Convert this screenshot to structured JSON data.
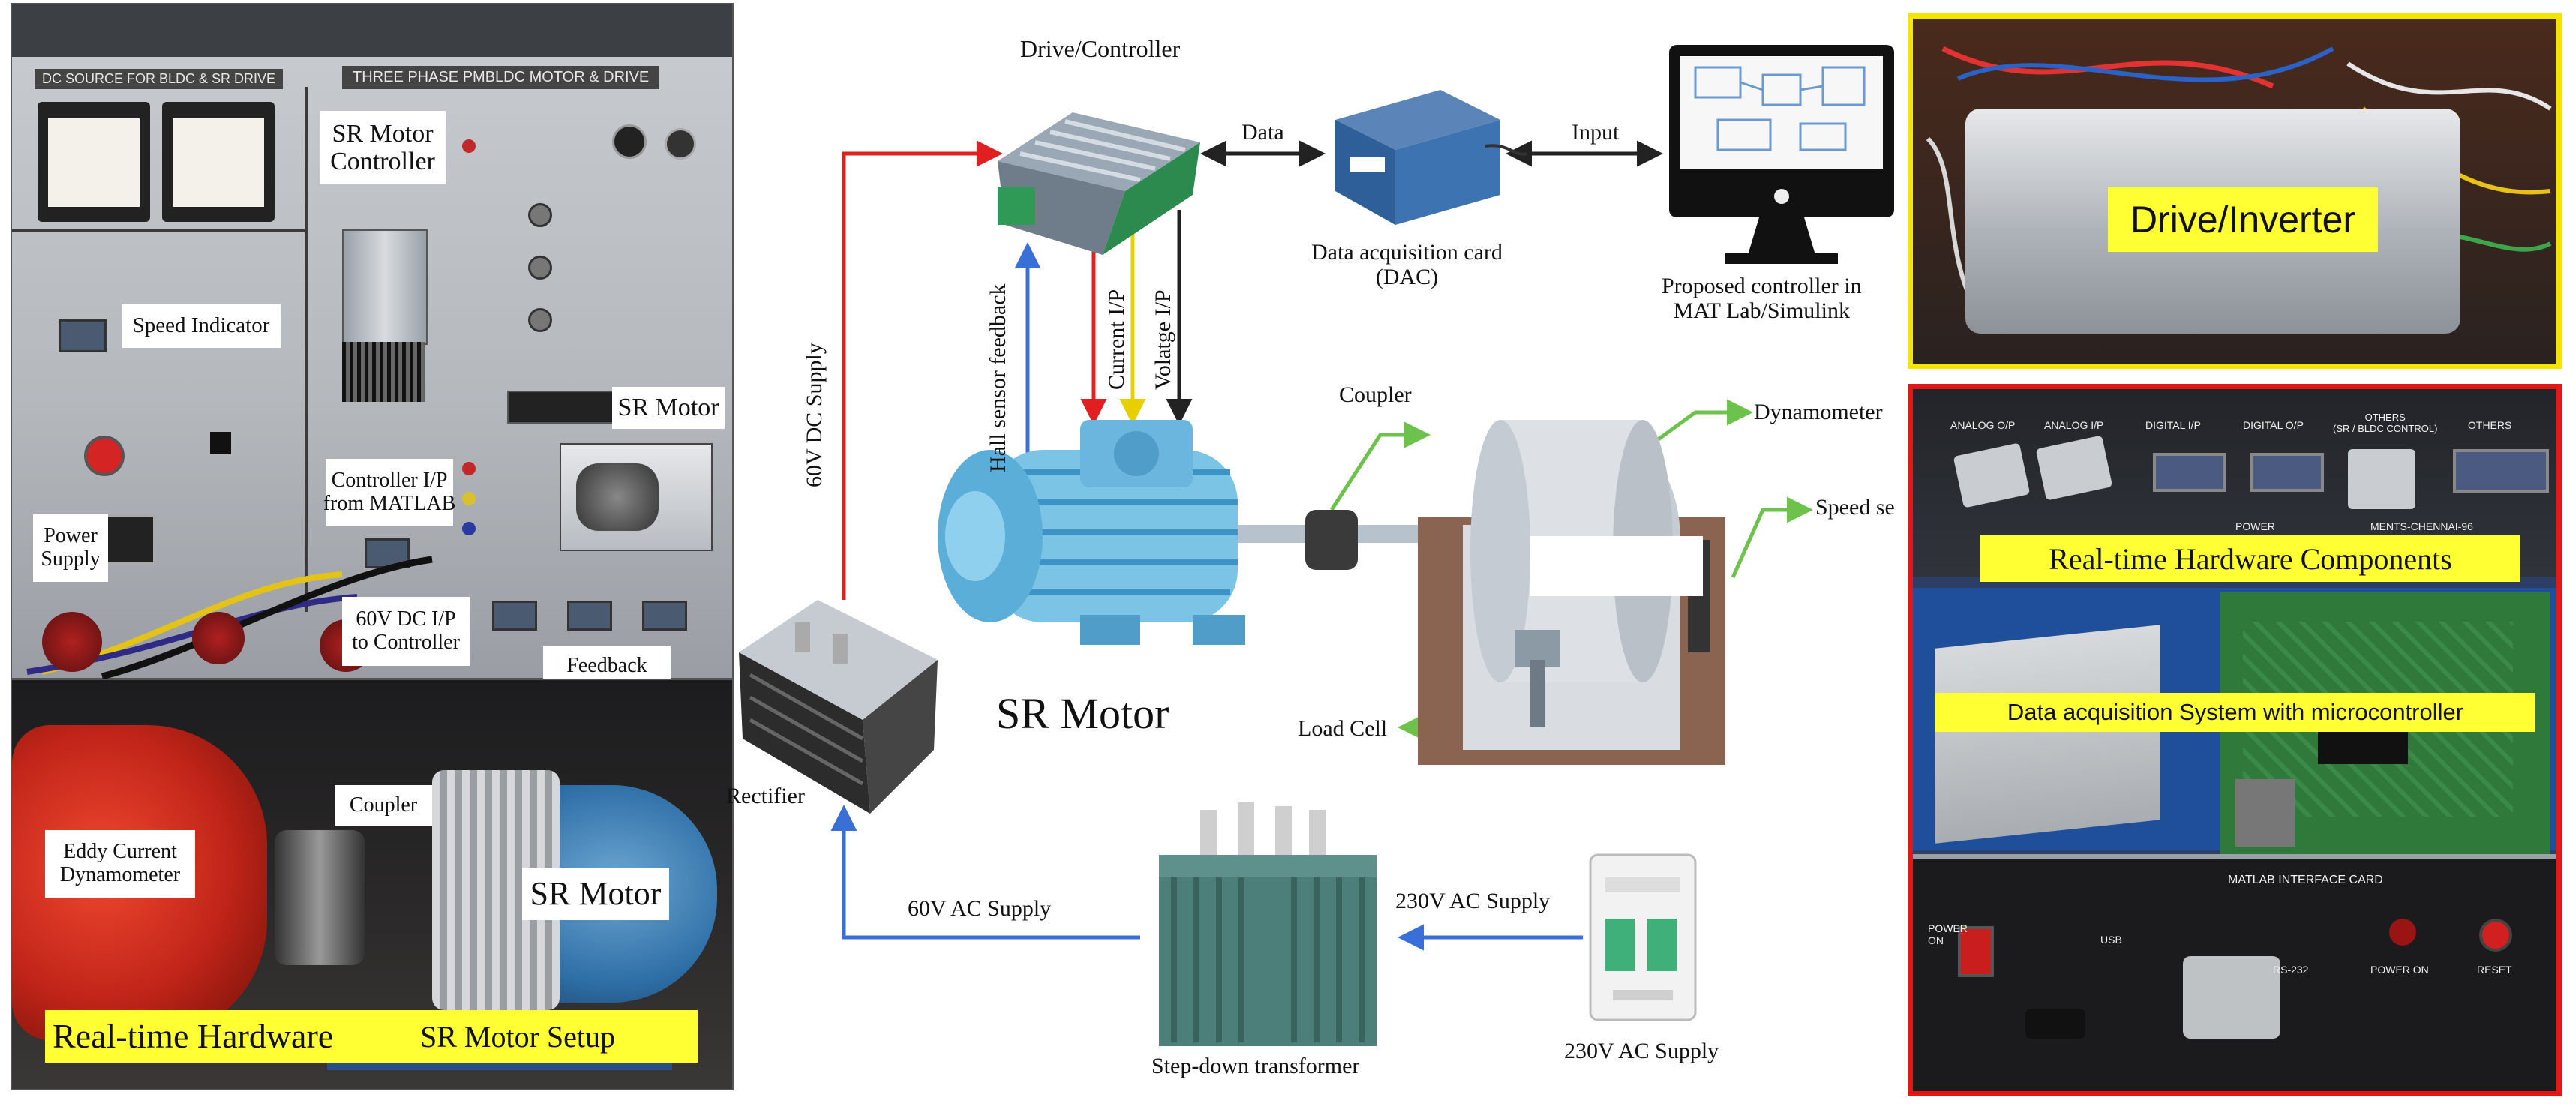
{
  "left_panel": {
    "panel_header_left": "DC SOURCE FOR BLDC & SR DRIVE",
    "panel_header_right": "THREE PHASE PMBLDC MOTOR & DRIVE",
    "labels": {
      "sr_motor_controller": "SR Motor\nController",
      "speed_indicator": "Speed Indicator",
      "sr_motor": "SR Motor",
      "controller_ip": "Controller I/P\nfrom MATLAB",
      "power_supply": "Power\nSupply",
      "dc_ip": "60V DC I/P\nto Controller",
      "feedback": "Feedback"
    }
  },
  "left_bottom": {
    "eddy": "Eddy Current\nDynamometer",
    "coupler": "Coupler",
    "sr_motor": "SR Motor",
    "banner_a": "Real-time  Hardware",
    "banner_b": "SR Motor Setup"
  },
  "center": {
    "drive_controller": "Drive/Controller",
    "data": "Data",
    "input": "Input",
    "dac": "Data acquisition card\n(DAC)",
    "proposed": "Proposed controller in\nMAT Lab/Simulink",
    "supply_60v_dc": "60V DC Supply",
    "hall": "Hall sensor feedback",
    "current_ip": "Current I/P",
    "voltage_ip": "Volatge I/P",
    "coupler": "Coupler",
    "dynamometer": "Dynamometer",
    "speed_sensor": "Speed se",
    "sr_motor": "SR Motor",
    "load_cell": "Load Cell",
    "rectifier": "Rectifier",
    "ac_60v": "60V AC Supply",
    "ac_230v_a": "230V AC Supply",
    "ac_230v_b": "230V AC Supply",
    "transformer": "Step-down transformer"
  },
  "right": {
    "drive_inverter": "Drive/Inverter",
    "realtime_components": "Real-time  Hardware Components",
    "daq_system": "Data acquisition System with microcontroller",
    "tiny": {
      "analog_op": "ANALOG O/P",
      "analog_ip": "ANALOG I/P",
      "digital_ip": "DIGITAL I/P",
      "digital_op": "DIGITAL O/P",
      "others_sr": "OTHERS\n(SR / BLDC CONTROL)",
      "others": "OTHERS",
      "power": "POWER",
      "chennai": "MENTS-CHENNAI-96",
      "matlab_card": "MATLAB INTERFACE CARD",
      "power_on_l": "POWER\nON",
      "usb": "USB",
      "rs232": "RS-232",
      "power_on_r": "POWER ON",
      "reset": "RESET"
    }
  },
  "colors": {
    "arrow_red": "#e02020",
    "arrow_blue": "#3a6fd8",
    "arrow_green": "#6cc24a",
    "banner_yellow": "#ffff33",
    "frame_yellow": "#f2e600",
    "frame_red": "#e01818"
  }
}
